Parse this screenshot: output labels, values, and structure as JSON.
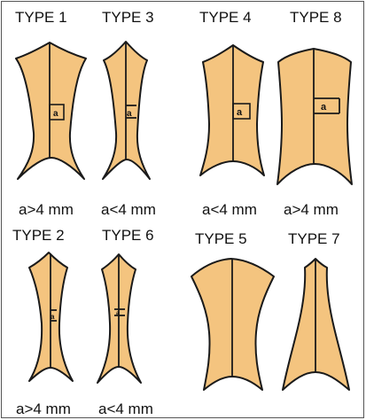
{
  "types": {
    "t1": "TYPE 1",
    "t3": "TYPE 3",
    "t4": "TYPE 4",
    "t8": "TYPE 8",
    "t2": "TYPE 2",
    "t6": "TYPE 6",
    "t5": "TYPE 5",
    "t7": "TYPE 7"
  },
  "measurements": {
    "t1": "a>4 mm",
    "t3": "a<4 mm",
    "t4": "a<4 mm",
    "t8": "a>4 mm",
    "t2": "a>4 mm",
    "t6": "a<4 mm"
  },
  "marker": "a",
  "colors": {
    "fill": "#f4c47f",
    "outline": "#1a1a1a"
  }
}
